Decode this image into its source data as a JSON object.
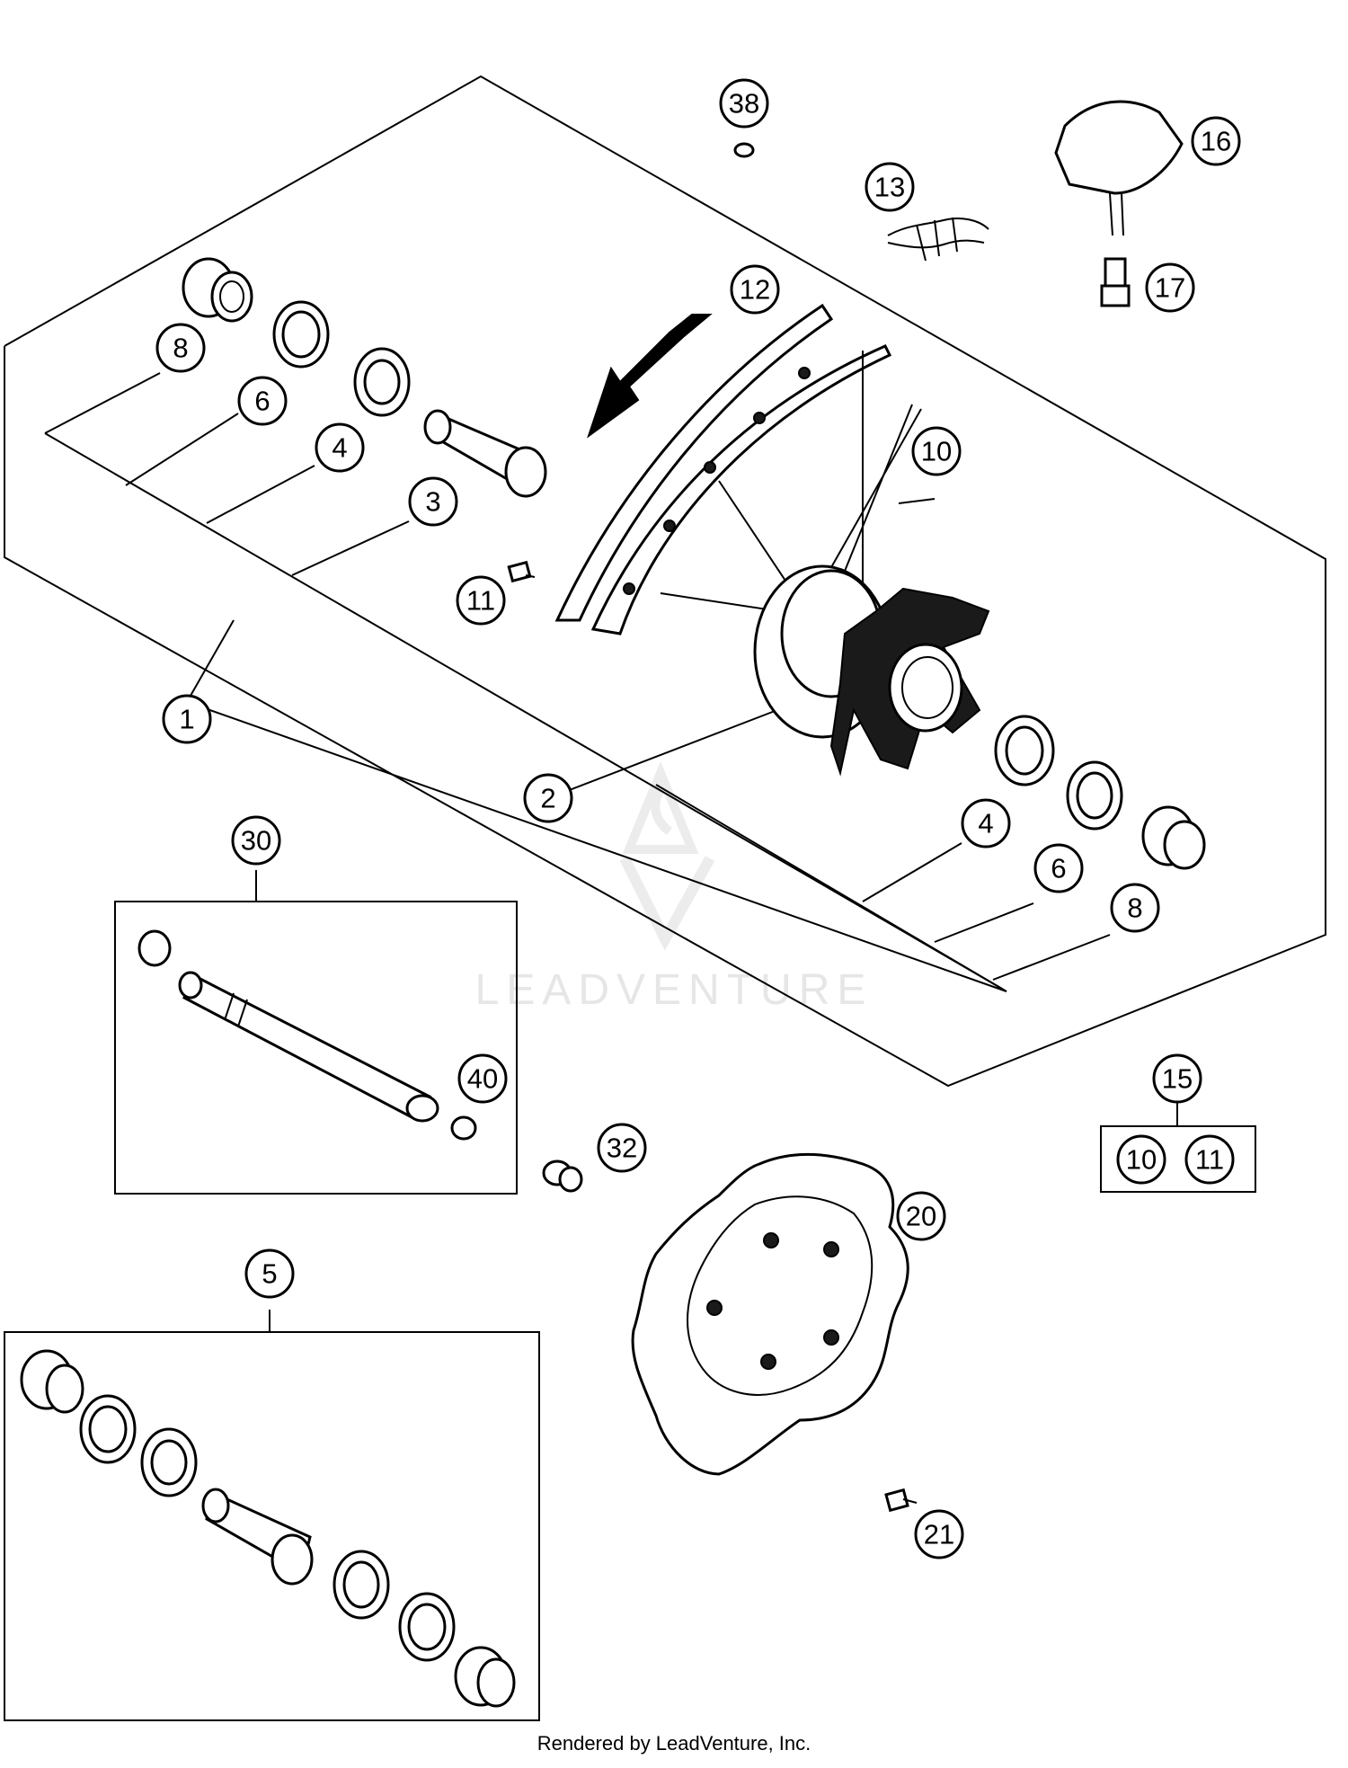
{
  "callouts": {
    "c1": "1",
    "c2": "2",
    "c3": "3",
    "c4a": "4",
    "c4b": "4",
    "c5": "5",
    "c6a": "6",
    "c6b": "6",
    "c8a": "8",
    "c8b": "8",
    "c10a": "10",
    "c10b": "10",
    "c11a": "11",
    "c11b": "11",
    "c12": "12",
    "c13": "13",
    "c15": "15",
    "c16": "16",
    "c17": "17",
    "c20": "20",
    "c21": "21",
    "c30": "30",
    "c32": "32",
    "c38": "38",
    "c40": "40"
  },
  "watermark": {
    "text": "LEADVENTURE"
  },
  "footer": {
    "text": "Rendered by LeadVenture, Inc."
  }
}
